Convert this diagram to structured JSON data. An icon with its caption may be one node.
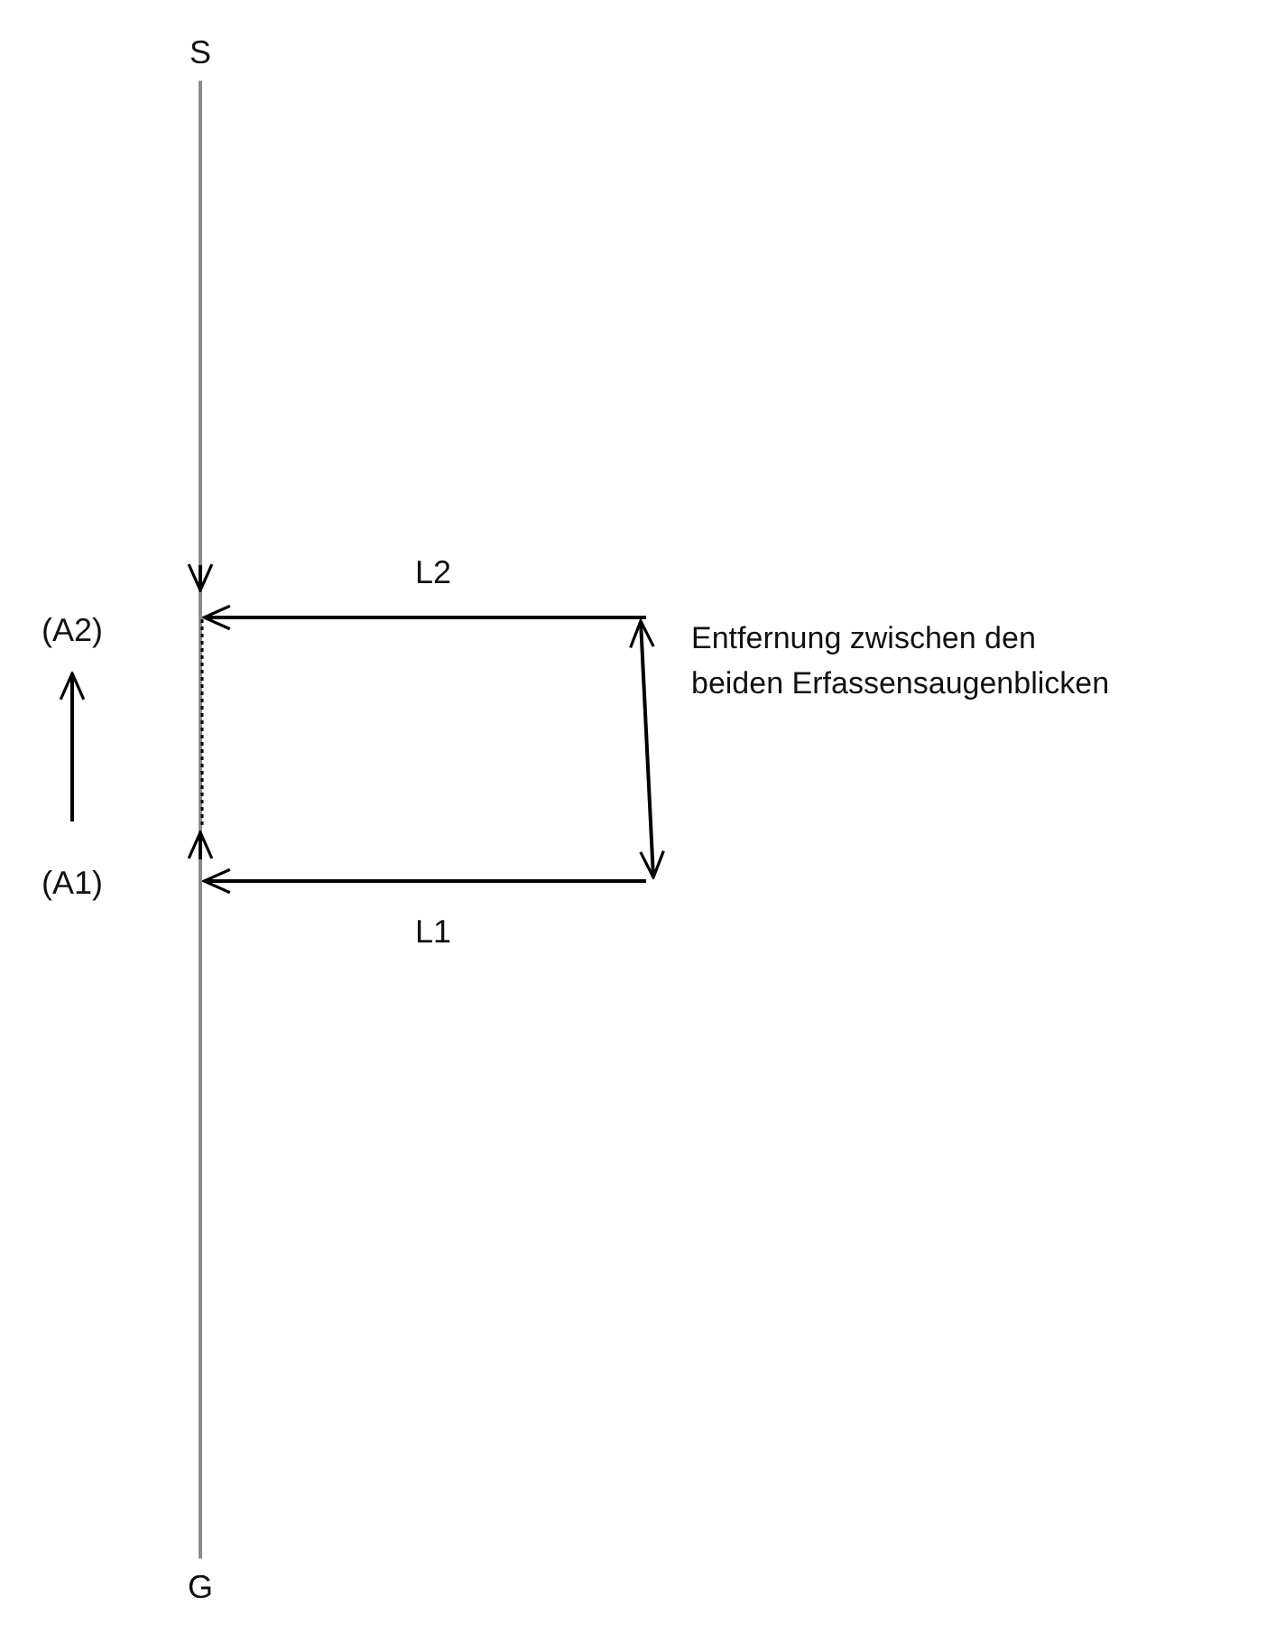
{
  "diagram": {
    "nodes": [
      {
        "text": [
          "S"
        ]
      },
      {
        "text": [
          "G"
        ]
      }
    ],
    "edges": [
      {
        "from": 0,
        "to": 1,
        "arrow": "none",
        "color": "#8c8c8c"
      }
    ],
    "labels": [
      "L2",
      "(A2)",
      "Entfernung zwischen den beiden Erfassensaugenblicken",
      "(A1)",
      "L1"
    ]
  }
}
